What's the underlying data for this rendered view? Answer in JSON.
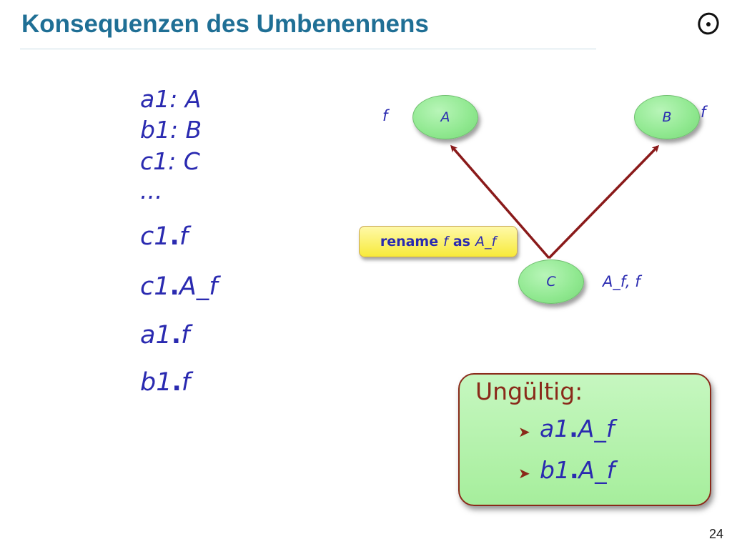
{
  "title": "Konsequenzen des Umbenennens",
  "page_number": "24",
  "declarations": [
    "a1: A",
    "b1: B",
    "c1: C",
    "..."
  ],
  "expressions": [
    {
      "target": "c1",
      "feature": "f"
    },
    {
      "target": "c1",
      "feature": "A_f"
    },
    {
      "target": "a1",
      "feature": "f"
    },
    {
      "target": "b1",
      "feature": "f"
    }
  ],
  "diagram": {
    "nodes": {
      "A": "A",
      "B": "B",
      "C": "C"
    },
    "features": {
      "A": "f",
      "B": "f",
      "C": "A_f, f"
    },
    "rename": {
      "keyword": "rename",
      "old": "f",
      "as": "as",
      "new": "A_f"
    }
  },
  "invalid": {
    "title": "Ungültig:",
    "items": [
      {
        "target": "a1",
        "feature": "A_f"
      },
      {
        "target": "b1",
        "feature": "A_f"
      }
    ]
  },
  "colors": {
    "title": "#1f6f95",
    "code": "#2a2ab0",
    "arrow": "#8a1a1a",
    "node": "#8fe88f",
    "invalid_border": "#8a2a1a"
  }
}
